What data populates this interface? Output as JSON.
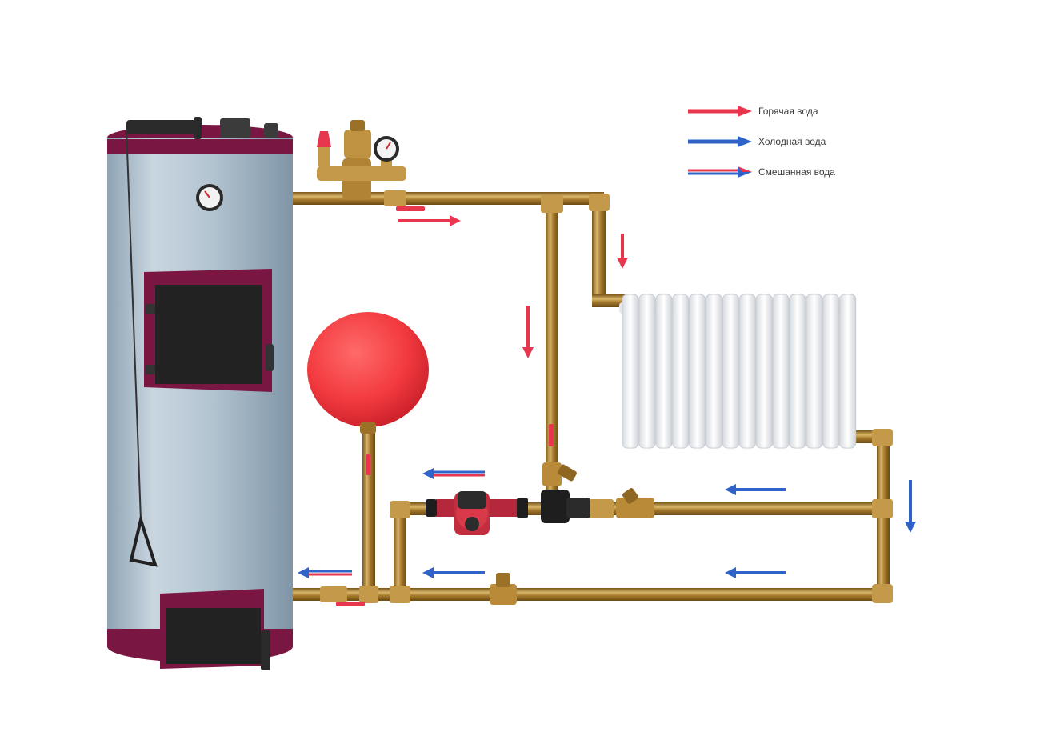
{
  "legend": {
    "items": [
      {
        "label": "Горячая вода",
        "kind": "hot",
        "color": "#e8364f"
      },
      {
        "label": "Холодная вода",
        "kind": "cold",
        "color": "#2f63c9"
      },
      {
        "label": "Смешанная вода",
        "kind": "mixed",
        "color_top": "#e8364f",
        "color_bottom": "#2f63c9"
      }
    ]
  },
  "colors": {
    "pipe": "#a77a2c",
    "pipe_highlight": "#d7b366",
    "boiler_body": "#b6c7d3",
    "boiler_trim": "#7a1642",
    "expansion_tank": "#f23a3f",
    "radiator": "#f1f3f5"
  },
  "components": [
    "boiler",
    "boiler-thermometer",
    "safety-group",
    "pressure-gauge",
    "expansion-tank",
    "circulation-pump",
    "radiator",
    "filter",
    "three-way-valve"
  ]
}
